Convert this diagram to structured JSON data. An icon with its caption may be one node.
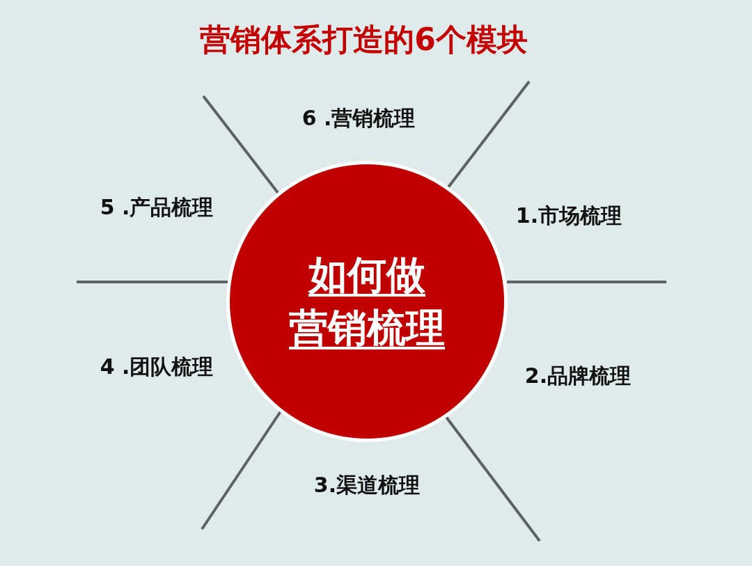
{
  "diagram": {
    "title": "营销体系打造的6个模块",
    "nodes": [
      {
        "text": [
          "如何做营销梳理"
        ]
      }
    ],
    "labels": [
      "6 .营销梳理",
      "5 .产品梳理",
      "1.市场梳理",
      "4 .团队梳理",
      "2.品牌梳理",
      "3.渠道梳理"
    ]
  }
}
